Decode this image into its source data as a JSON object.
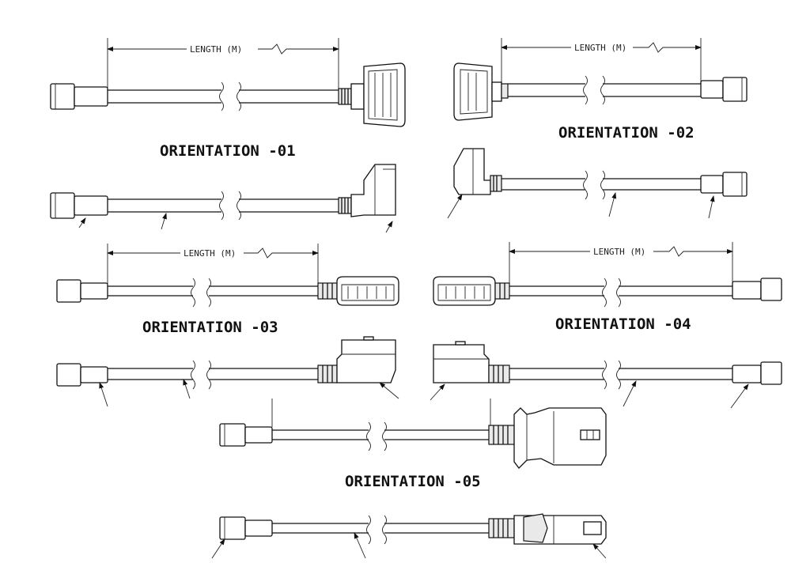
{
  "dimension_label": "LENGTH (M)",
  "orientations": [
    {
      "id": "01",
      "title": "ORIENTATION -01"
    },
    {
      "id": "02",
      "title": "ORIENTATION -02"
    },
    {
      "id": "03",
      "title": "ORIENTATION -03"
    },
    {
      "id": "04",
      "title": "ORIENTATION -04"
    },
    {
      "id": "05",
      "title": "ORIENTATION -05"
    }
  ]
}
